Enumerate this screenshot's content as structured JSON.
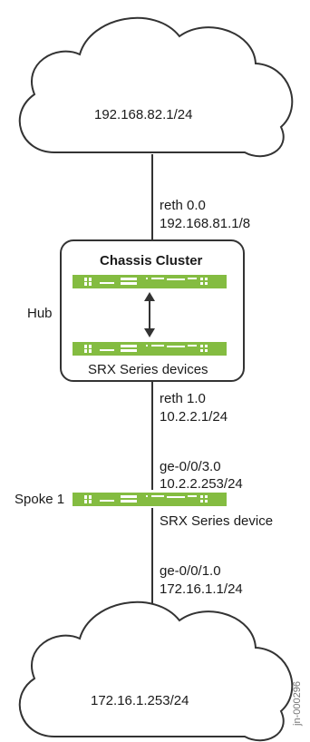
{
  "top_cloud": {
    "label": "192.168.82.1/24"
  },
  "bottom_cloud": {
    "label": "172.16.1.253/24"
  },
  "hub_uplink": {
    "interface": "reth 0.0",
    "address": "192.168.81.1/8"
  },
  "hub": {
    "side_label": "Hub",
    "title": "Chassis Cluster",
    "caption": "SRX Series devices"
  },
  "hub_downlink": {
    "interface": "reth 1.0",
    "address": "10.2.2.1/24"
  },
  "spoke_uplink": {
    "interface": "ge-0/0/3.0",
    "address": "10.2.2.253/24"
  },
  "spoke": {
    "side_label": "Spoke 1",
    "caption": "SRX Series device"
  },
  "spoke_downlink": {
    "interface": "ge-0/0/1.0",
    "address": "172.16.1.1/24"
  },
  "figure_id": "jn-000296",
  "colors": {
    "device_green": "#84bc41",
    "line": "#333333"
  }
}
